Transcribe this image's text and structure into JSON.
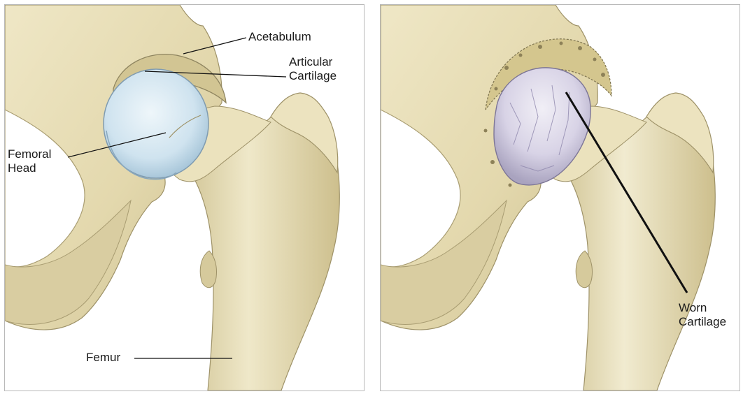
{
  "panels": [
    {
      "id": "healthy",
      "labels": {
        "acetabulum": "Acetabulum",
        "articular_cartilage": [
          "Articular",
          "Cartilage"
        ],
        "femoral_head": [
          "Femoral",
          "Head"
        ],
        "femur": "Femur"
      }
    },
    {
      "id": "arthritic",
      "labels": {
        "worn_cartilage": [
          "Worn",
          "Cartilage"
        ]
      }
    }
  ],
  "colors": {
    "bone": "#e8dfba",
    "bone_shadow": "#b9ad80",
    "bone_dark": "#8f8560",
    "cartilage": "#cfe3ef",
    "cartilage_worn": "#d8d3e6",
    "leader_line": "#111111",
    "panel_border": "#b9b9b9"
  }
}
